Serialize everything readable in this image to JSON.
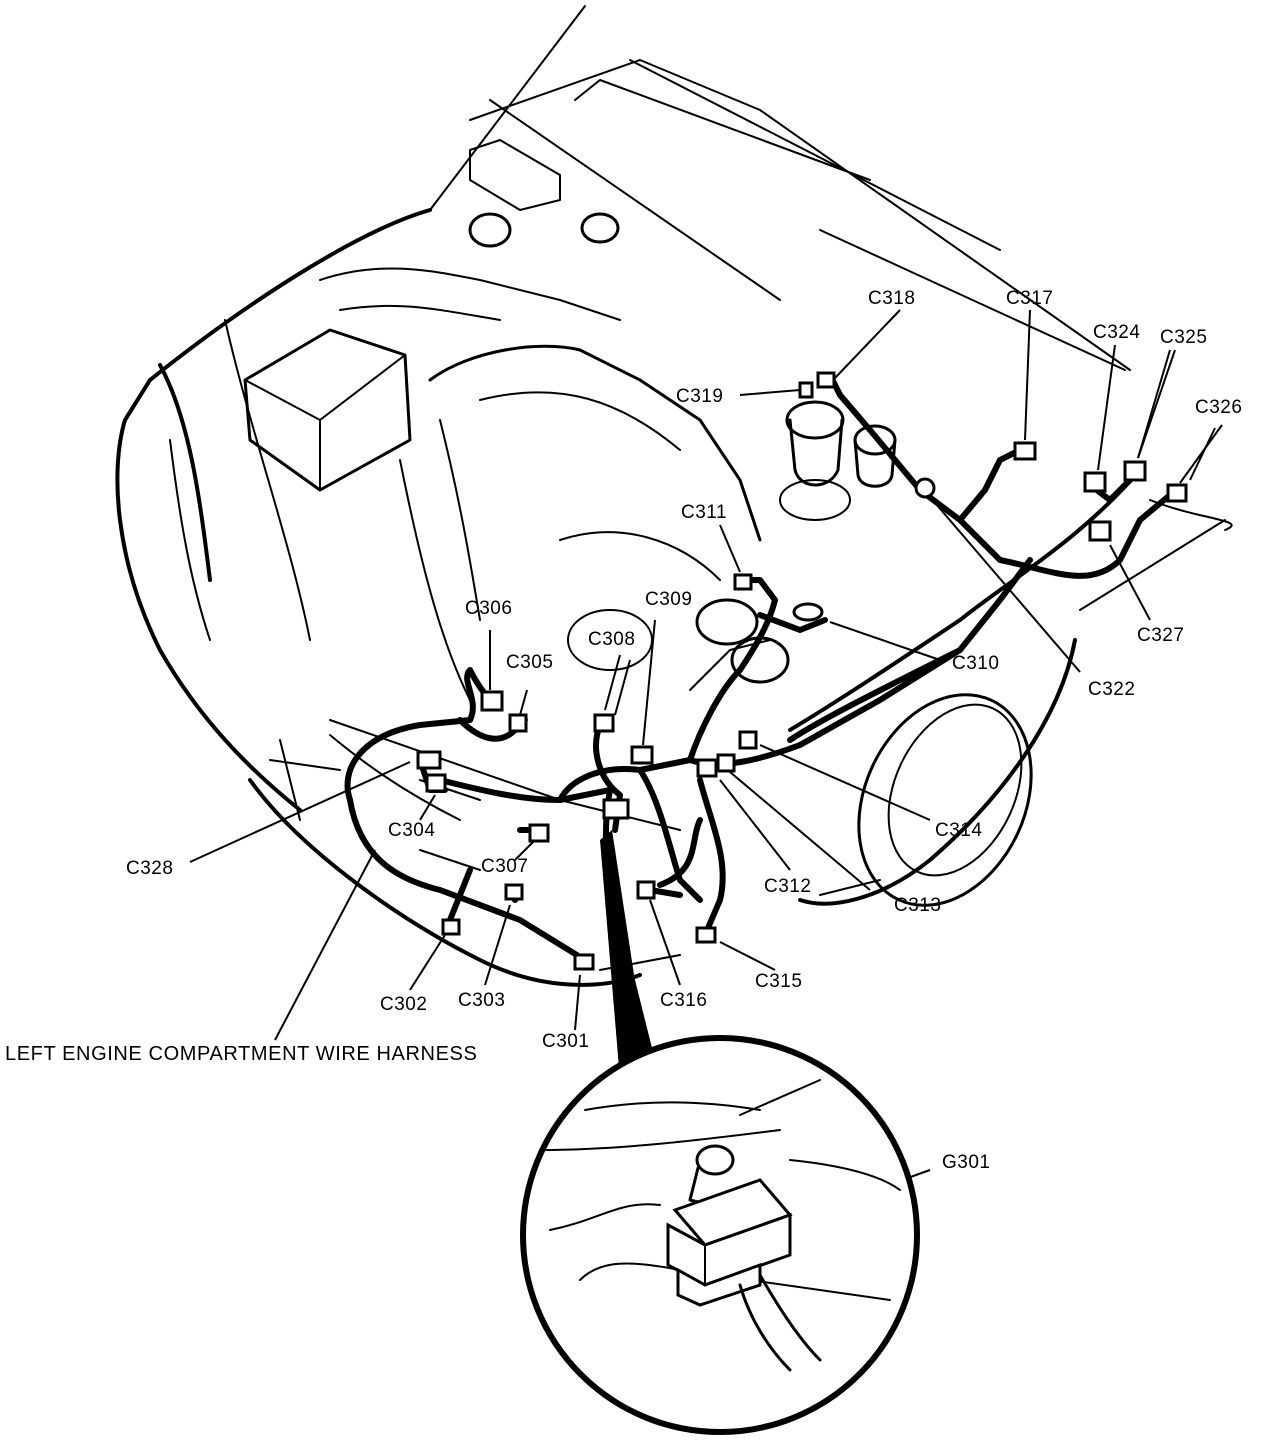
{
  "caption": "LEFT ENGINE COMPARTMENT WIRE HARNESS",
  "labels": {
    "C301": "C301",
    "C302": "C302",
    "C303": "C303",
    "C304": "C304",
    "C305": "C305",
    "C306": "C306",
    "C307": "C307",
    "C308": "C308",
    "C309": "C309",
    "C310": "C310",
    "C311": "C311",
    "C312": "C312",
    "C313": "C313",
    "C314": "C314",
    "C315": "C315",
    "C316": "C316",
    "C317": "C317",
    "C318": "C318",
    "C319": "C319",
    "C322": "C322",
    "C324": "C324",
    "C325": "C325",
    "C326": "C326",
    "C327": "C327",
    "C328": "C328",
    "G301": "G301"
  }
}
